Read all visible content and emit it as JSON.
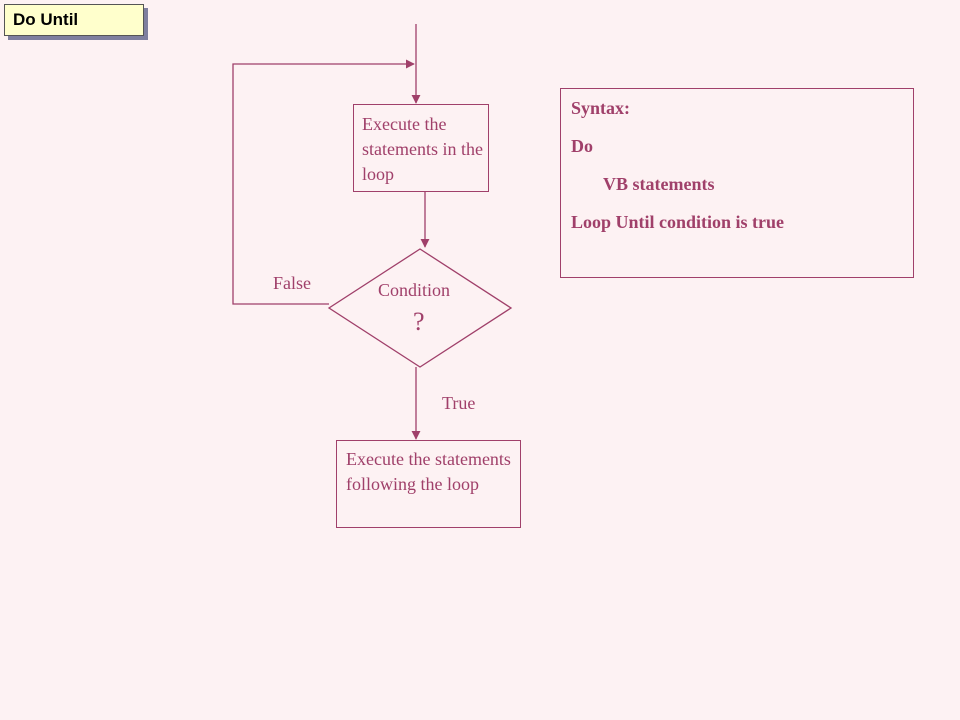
{
  "title": "Do Until",
  "flowchart": {
    "loop_box": "Execute the statements in the loop",
    "decision_line1": "Condition",
    "decision_line2": "?",
    "false_label": "False",
    "true_label": "True",
    "after_box": "Execute the statements following the loop"
  },
  "syntax": {
    "heading": "Syntax:",
    "line1": "Do",
    "line2": "VB statements",
    "line3": "Loop Until condition is true"
  },
  "colors": {
    "background": "#fdf2f3",
    "accent": "#a0406a",
    "title_bg": "#ffffcc"
  }
}
